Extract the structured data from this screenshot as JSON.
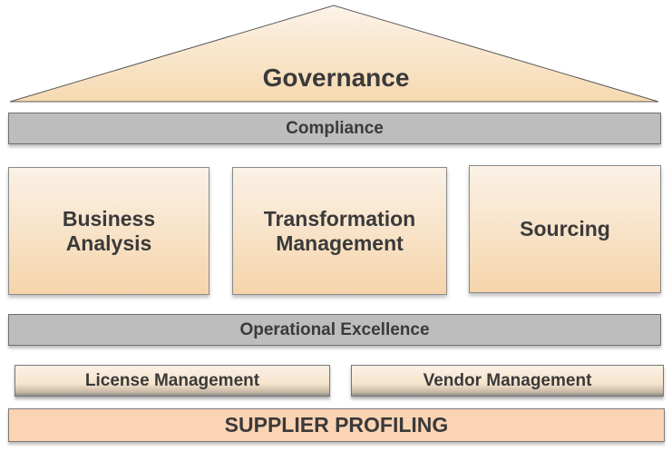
{
  "diagram": {
    "roof": {
      "label": "Governance"
    },
    "beams": {
      "top": {
        "label": "Compliance"
      },
      "middle": {
        "label": "Operational Excellence"
      }
    },
    "pillars": [
      {
        "label": "Business Analysis"
      },
      {
        "label": "Transformation Management"
      },
      {
        "label": "Sourcing"
      }
    ],
    "sub_blocks": [
      {
        "label": "License Management"
      },
      {
        "label": "Vendor Management"
      }
    ],
    "foundation": {
      "label": "SUPPLIER PROFILING"
    }
  }
}
